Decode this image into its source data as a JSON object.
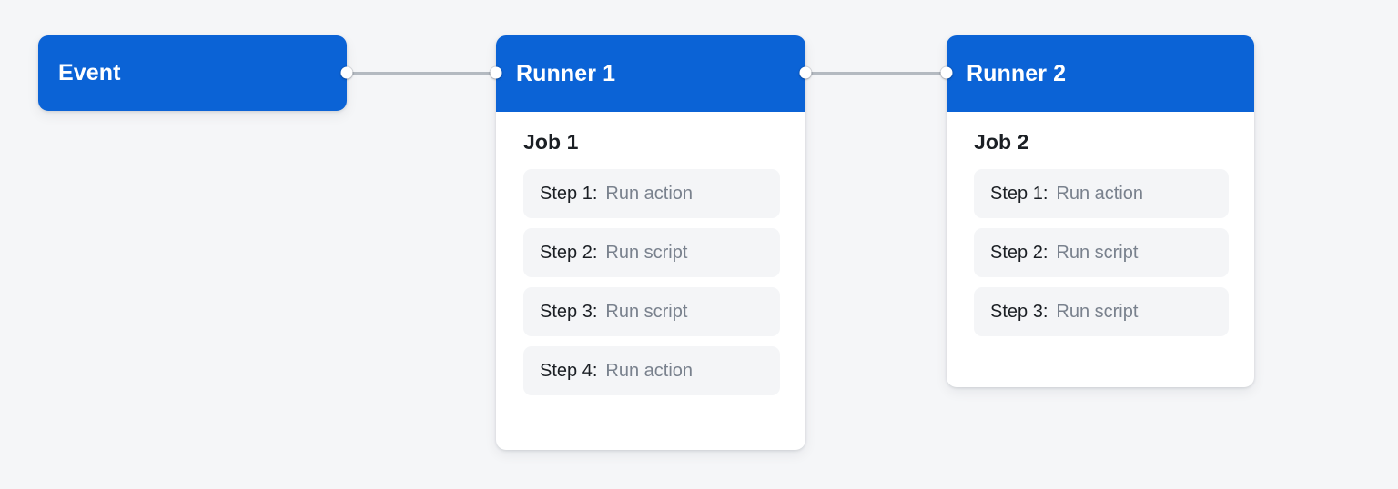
{
  "diagram": {
    "background_color": "#f5f6f8",
    "accent_color": "#0b63d6",
    "edge_color": "#b4bac1",
    "nodes": [
      {
        "id": "event",
        "title": "Event",
        "type": "simple",
        "has_left_port": false,
        "has_right_port": true,
        "job": null,
        "steps": []
      },
      {
        "id": "runner-1",
        "title": "Runner 1",
        "type": "job",
        "has_left_port": true,
        "has_right_port": true,
        "job": "Job 1",
        "steps": [
          {
            "label": "Step 1:",
            "value": "Run action"
          },
          {
            "label": "Step 2:",
            "value": "Run script"
          },
          {
            "label": "Step 3:",
            "value": "Run script"
          },
          {
            "label": "Step 4:",
            "value": "Run action"
          }
        ]
      },
      {
        "id": "runner-2",
        "title": "Runner 2",
        "type": "job",
        "has_left_port": true,
        "has_right_port": false,
        "job": "Job 2",
        "steps": [
          {
            "label": "Step 1:",
            "value": "Run action"
          },
          {
            "label": "Step 2:",
            "value": "Run script"
          },
          {
            "label": "Step 3:",
            "value": "Run script"
          }
        ]
      }
    ],
    "edges": [
      {
        "from": "event",
        "to": "runner-1"
      },
      {
        "from": "runner-1",
        "to": "runner-2"
      }
    ]
  }
}
